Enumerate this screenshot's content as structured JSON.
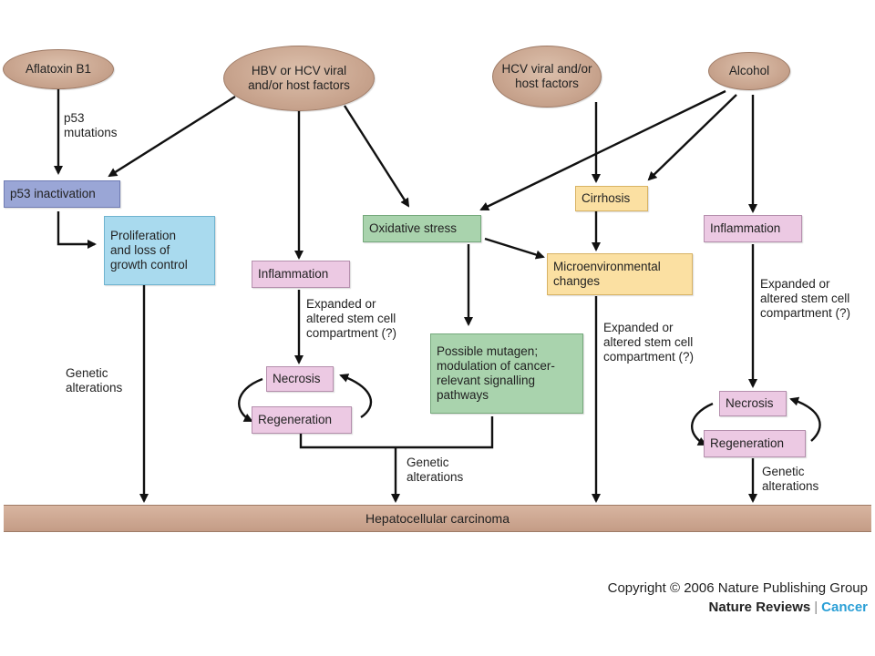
{
  "factors": {
    "aflatoxin": "Aflatoxin B1",
    "hbv_hcv": "HBV or HCV viral\nand/or host factors",
    "hcv": "HCV viral and/or\nhost factors",
    "alcohol": "Alcohol"
  },
  "boxes": {
    "p53_inactivation": "p53 inactivation",
    "proliferation": "Proliferation\nand loss of\ngrowth control",
    "inflammation_left": "Inflammation",
    "necrosis_left": "Necrosis",
    "regeneration_left": "Regeneration",
    "oxidative_stress": "Oxidative stress",
    "mutagen": "Possible mutagen;\nmodulation of cancer-\nrelevant signalling\npathways",
    "cirrhosis": "Cirrhosis",
    "microenvironmental": "Microenvironmental\nchanges",
    "inflammation_right": "Inflammation",
    "necrosis_right": "Necrosis",
    "regeneration_right": "Regeneration"
  },
  "labels": {
    "p53_mutations": "p53\nmutations",
    "genetic_alterations_1": "Genetic\nalterations",
    "stem_cell_1": "Expanded or\naltered stem cell\ncompartment (?)",
    "genetic_alterations_2": "Genetic\nalterations",
    "stem_cell_2": "Expanded or\naltered stem cell\ncompartment (?)",
    "stem_cell_3": "Expanded or\naltered stem cell\ncompartment (?)",
    "genetic_alterations_3": "Genetic\nalterations"
  },
  "outcome": "Hepatocellular carcinoma",
  "footer": {
    "copyright": "Copyright © 2006 Nature Publishing Group",
    "brand": "Nature Reviews",
    "separator": "|",
    "journal": "Cancer"
  },
  "colors": {
    "factor": "#c9a58f",
    "p53": "#9aa6d6",
    "proliferation": "#a9daee",
    "inflammation": "#ecc9e3",
    "oxidative": "#a9d3ad",
    "cirrhosis": "#fbe0a2",
    "arrow": "#111111",
    "accent_journal": "#2a9fd6"
  }
}
